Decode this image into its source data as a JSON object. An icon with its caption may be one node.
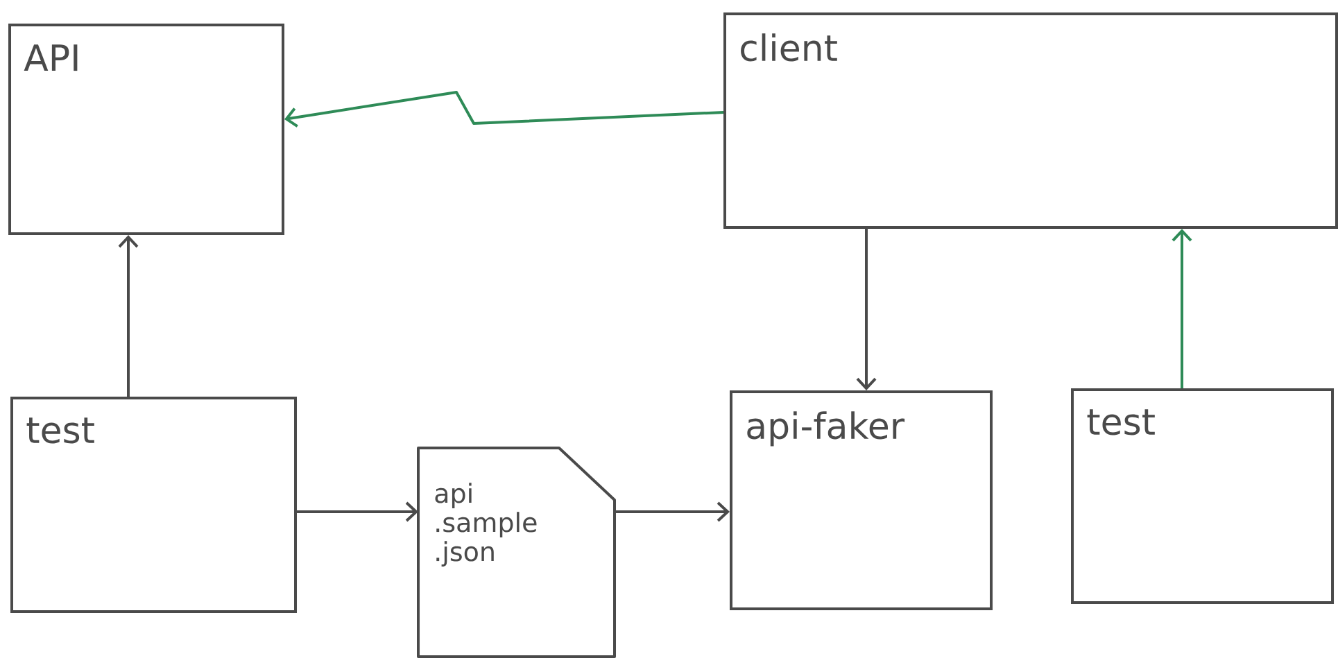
{
  "diagram": {
    "nodes": [
      {
        "text": [
          "API"
        ]
      },
      {
        "text": [
          "client"
        ]
      },
      {
        "text": [
          "test"
        ]
      },
      {
        "text": [
          "api .sample .json"
        ]
      },
      {
        "text": [
          "api-faker"
        ]
      },
      {
        "text": [
          "test"
        ]
      }
    ],
    "edges": [
      {
        "from": 1,
        "to": 0,
        "arrow": "to",
        "color": "#2e8b57"
      },
      {
        "from": 2,
        "to": 0,
        "arrow": "to"
      },
      {
        "from": 2,
        "to": 3,
        "arrow": "to"
      },
      {
        "from": 3,
        "to": 4,
        "arrow": "to"
      },
      {
        "from": 1,
        "to": 4,
        "arrow": "to"
      },
      {
        "from": 5,
        "to": 1,
        "arrow": "to",
        "color": "#2e8b57"
      }
    ]
  }
}
